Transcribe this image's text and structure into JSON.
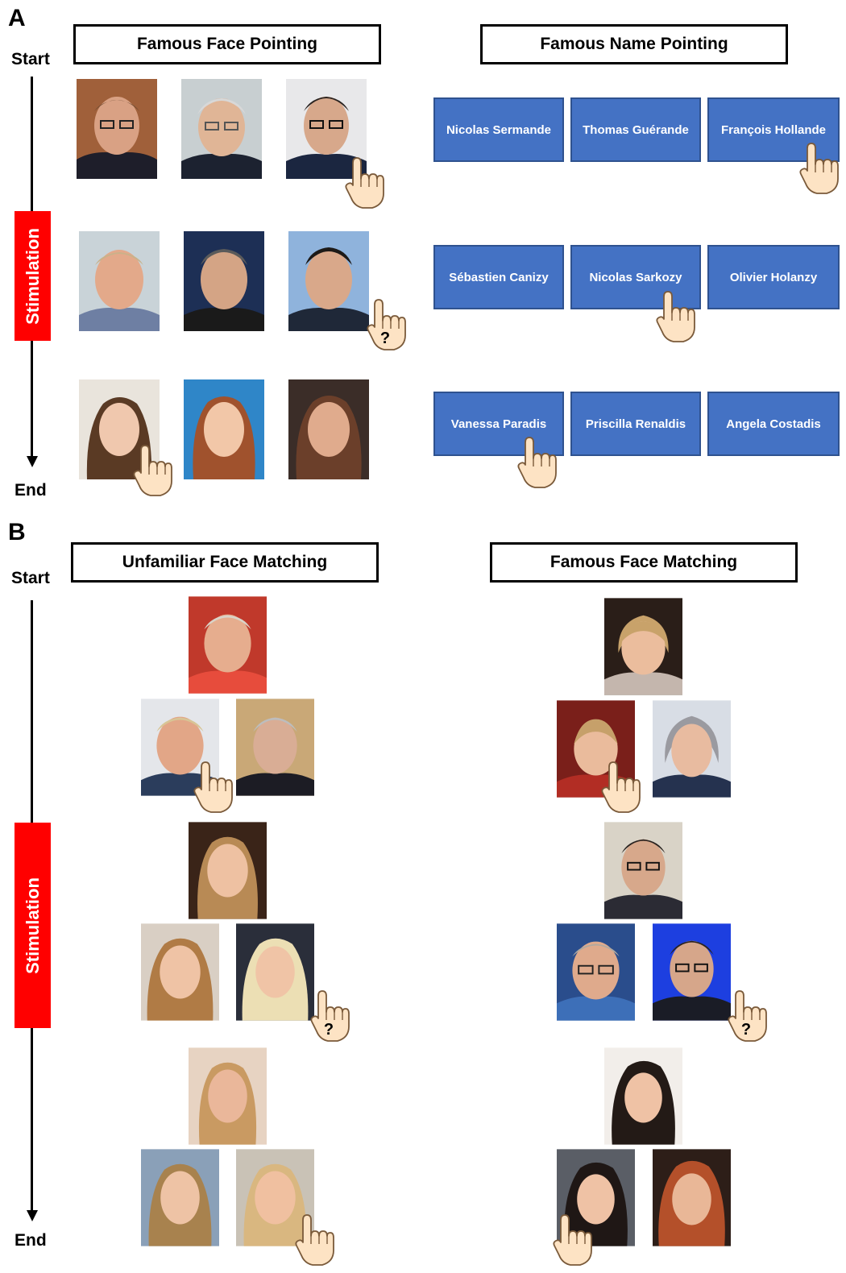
{
  "panel_a": {
    "letter": "A",
    "start_label": "Start",
    "end_label": "End",
    "stimulation_label": "Stimulation",
    "left_title": "Famous Face Pointing",
    "right_title": "Famous Name Pointing",
    "name_rows": [
      [
        "Nicolas Sermande",
        "Thomas Guérande",
        "François Hollande"
      ],
      [
        "Sébastien Canizy",
        "Nicolas Sarkozy",
        "Olivier Holanzy"
      ],
      [
        "Vanessa Paradis",
        "Priscilla Renaldis",
        "Angela Costadis"
      ]
    ]
  },
  "panel_b": {
    "letter": "B",
    "start_label": "Start",
    "end_label": "End",
    "stimulation_label": "Stimulation",
    "left_title": "Unfamiliar Face Matching",
    "right_title": "Famous Face Matching"
  },
  "question_mark": "?",
  "colors": {
    "stimulation": "#ff0000",
    "name_button": "#4472c4",
    "name_button_border": "#2f528f",
    "hand_fill": "#fde3c4",
    "hand_stroke": "#7a5a3a"
  },
  "icons": {
    "pointing_hand": "pointing-hand-icon",
    "question_hand": "pointing-hand-question-icon"
  }
}
